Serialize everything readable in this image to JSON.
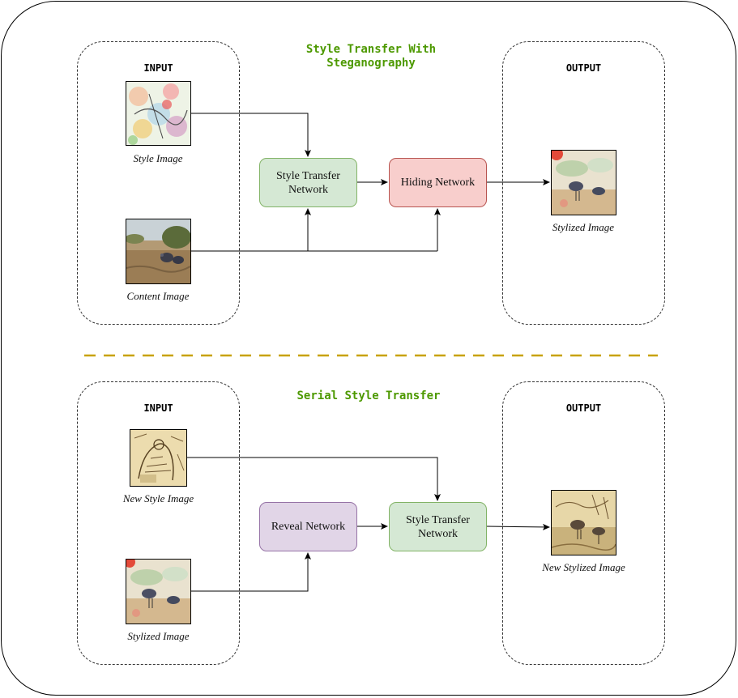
{
  "diagram": {
    "top": {
      "title": "Style Transfer With\nSteganography",
      "input_label": "INPUT",
      "output_label": "OUTPUT",
      "style_image_caption": "Style Image",
      "content_image_caption": "Content Image",
      "node_style_transfer": "Style Transfer Network",
      "node_hiding": "Hiding Network",
      "output_caption": "Stylized Image"
    },
    "bottom": {
      "title": "Serial Style Transfer",
      "input_label": "INPUT",
      "output_label": "OUTPUT",
      "new_style_caption": "New Style Image",
      "stylized_caption": "Stylized Image",
      "node_reveal": "Reveal Network",
      "node_style_transfer": "Style Transfer Network",
      "output_caption": "New Stylized Image"
    },
    "colors": {
      "title_green": "#4d9900",
      "style_transfer_fill": "#d5e8d4",
      "style_transfer_border": "#82b366",
      "hiding_fill": "#f8cecc",
      "hiding_border": "#b85450",
      "reveal_fill": "#e1d5e7",
      "reveal_border": "#9673a6",
      "divider": "#c8a200"
    }
  }
}
